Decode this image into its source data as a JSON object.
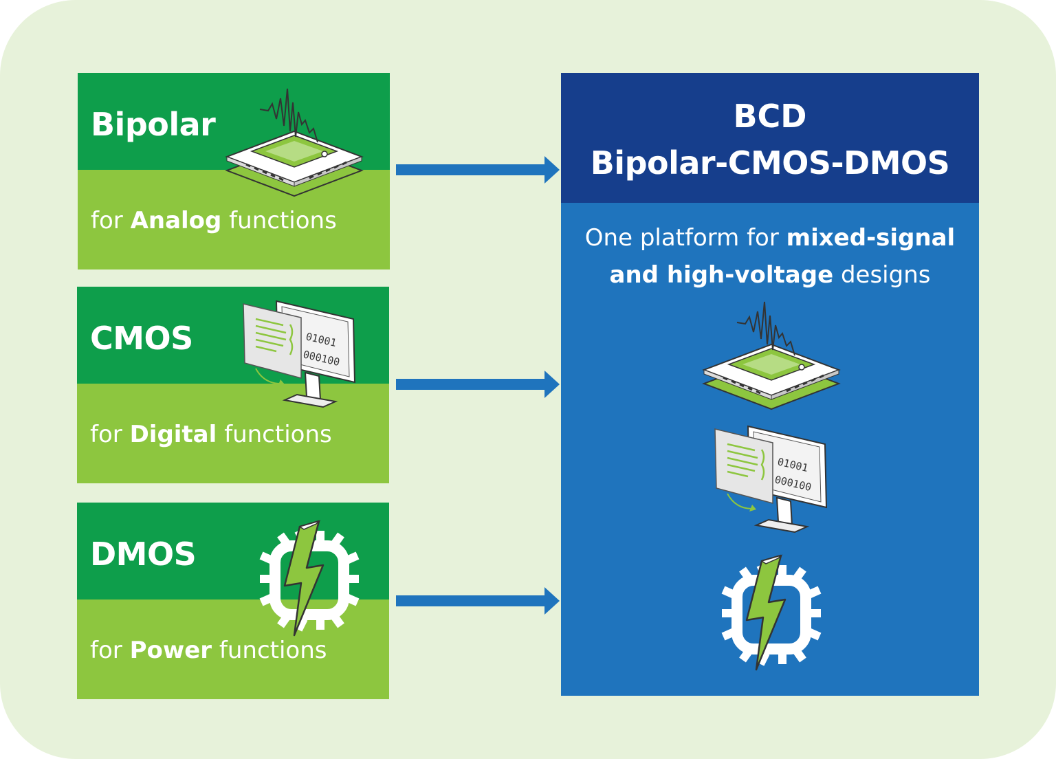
{
  "technologies": [
    {
      "title": "Bipolar",
      "desc_pre": "for ",
      "desc_bold": "Analog",
      "desc_post": " functions",
      "icon": "analog-chip-icon"
    },
    {
      "title": "CMOS",
      "desc_pre": "for ",
      "desc_bold": "Digital",
      "desc_post": " functions",
      "icon": "digital-monitor-icon"
    },
    {
      "title": "DMOS",
      "desc_pre": "for ",
      "desc_bold": "Power",
      "desc_post": " functions",
      "icon": "power-chip-bolt-icon"
    }
  ],
  "bcd": {
    "title_line1": "BCD",
    "title_line2": "Bipolar-CMOS-DMOS",
    "sub_line1_pre": "One platform for ",
    "sub_line1_bold": "mixed-signal",
    "sub_line2_bold": "and high-voltage",
    "sub_line2_post": " designs"
  },
  "colors": {
    "background": "#e7f2da",
    "dark_green": "#0e9e4b",
    "light_green": "#8dc63f",
    "navy": "#163e8c",
    "blue": "#1f74bd",
    "arrow": "#1f74bd"
  }
}
